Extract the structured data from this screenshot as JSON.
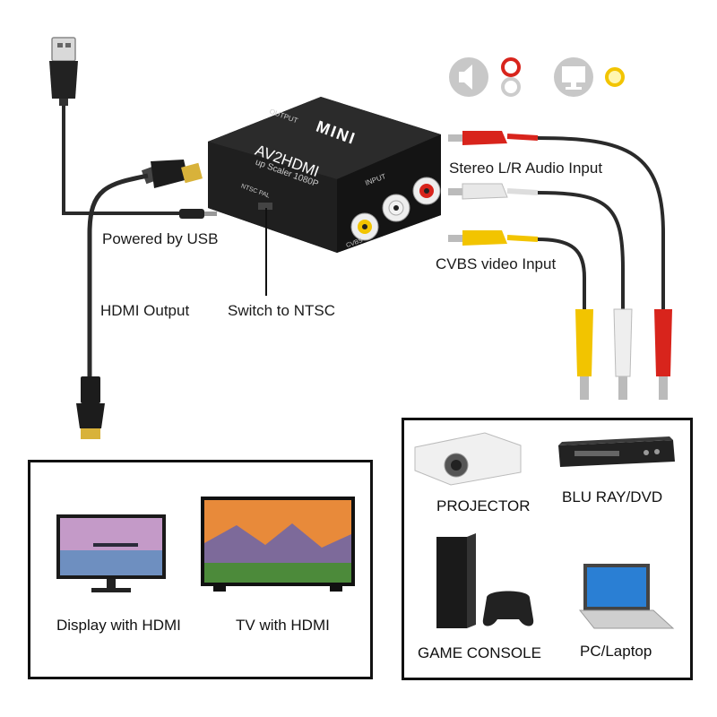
{
  "device": {
    "brand": "MINI",
    "model": "AV2HDMI",
    "subtitle": "up Scaler 1080P",
    "port_output": "OUTPUT",
    "port_input": "INPUT",
    "port_cvbs": "CVBS",
    "switch_label": "NTSC PAL"
  },
  "callouts": {
    "powered_by_usb": "Powered by USB",
    "hdmi_output": "HDMI Output",
    "switch_to_ntsc": "Switch to NTSC",
    "stereo_audio": "Stereo L/R Audio Input",
    "cvbs_video": "CVBS video Input"
  },
  "outputs": {
    "items": [
      {
        "label": "Display with HDMI",
        "icon": "monitor-icon"
      },
      {
        "label": "TV with HDMI",
        "icon": "tv-icon"
      }
    ]
  },
  "sources": {
    "items": [
      {
        "label": "PROJECTOR",
        "icon": "projector-icon"
      },
      {
        "label": "BLU RAY/DVD",
        "icon": "bluray-player-icon"
      },
      {
        "label": "GAME CONSOLE",
        "icon": "game-console-icon"
      },
      {
        "label": "PC/Laptop",
        "icon": "laptop-icon"
      }
    ]
  },
  "icons": [
    "speaker-icon",
    "audio-jack-icon",
    "display-icon",
    "video-jack-icon"
  ],
  "colors": {
    "rca_red": "#d8241c",
    "rca_white": "#e8e8e8",
    "rca_yellow": "#f2c400",
    "device_body": "#1c1c1c",
    "cable": "#2a2a2a"
  }
}
